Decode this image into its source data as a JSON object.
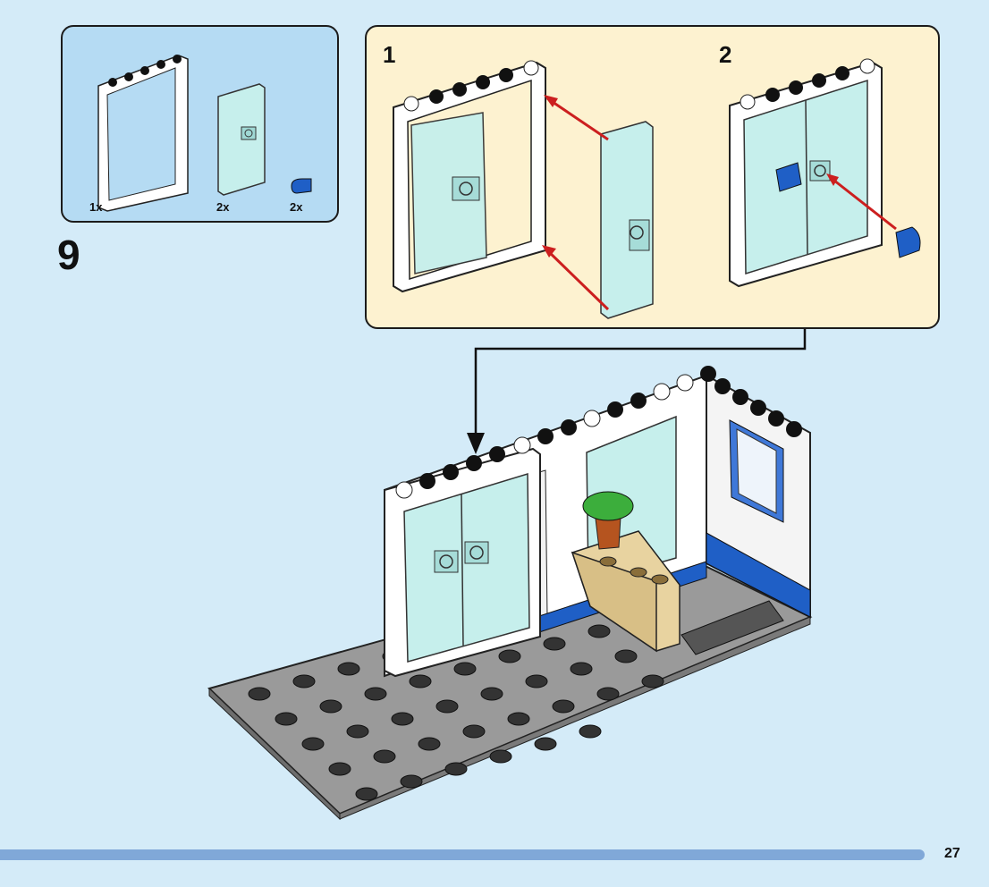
{
  "step": {
    "number": "9"
  },
  "parts": [
    {
      "name": "window-frame",
      "qty": "1x"
    },
    {
      "name": "glass-door",
      "qty": "2x"
    },
    {
      "name": "blue-round-tile",
      "qty": "2x"
    }
  ],
  "substeps": [
    {
      "label": "1"
    },
    {
      "label": "2"
    }
  ],
  "colors": {
    "background": "#d4ebf8",
    "parts_box": "#b5dbf3",
    "substep_box": "#fdf2d0",
    "arrow_red": "#cc1f1f",
    "brick_blue": "#1f5fc6",
    "baseplate_gray": "#8a8a8a",
    "glass": "#bdeeea"
  },
  "page": {
    "number": "27"
  }
}
